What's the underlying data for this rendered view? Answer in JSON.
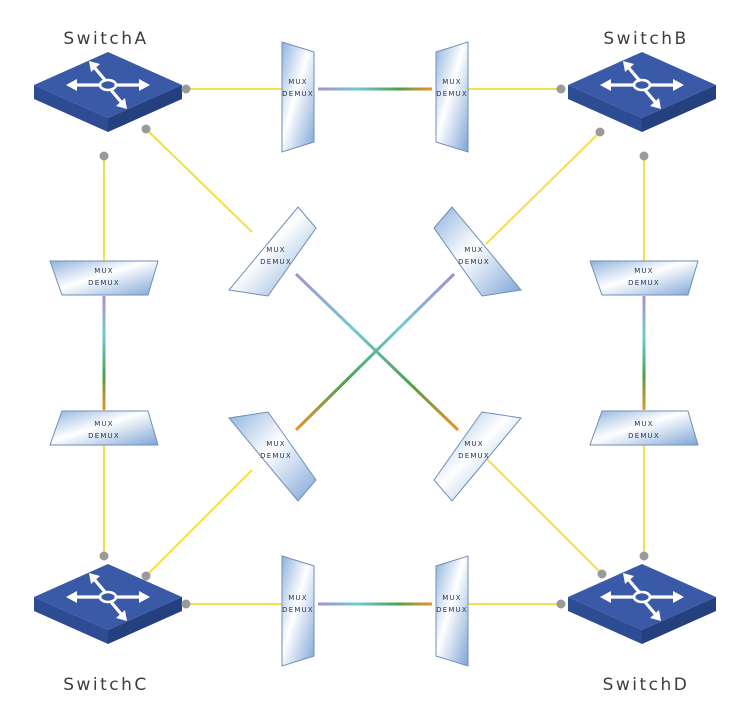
{
  "switches": {
    "a": {
      "label": "SwitchA"
    },
    "b": {
      "label": "SwitchB"
    },
    "c": {
      "label": "SwitchC"
    },
    "d": {
      "label": "SwitchD"
    }
  },
  "mux": {
    "line1": "MUX",
    "line2": "DEMUX"
  },
  "colors": {
    "switch_top": "#3a5aa8",
    "switch_side": "#24407f",
    "switch_front": "#2d4c93",
    "fiber": "#f2df4a",
    "port": "#9a9a9a",
    "mux_fill": "#a9c8e8",
    "mux_stroke": "#6f8fb5",
    "wdm_violet": "#a98fd0",
    "wdm_cyan": "#6fcad6",
    "wdm_green": "#4aa04a",
    "wdm_orange": "#f0902a"
  },
  "icons": {
    "switch": "switch-arrows-icon"
  }
}
